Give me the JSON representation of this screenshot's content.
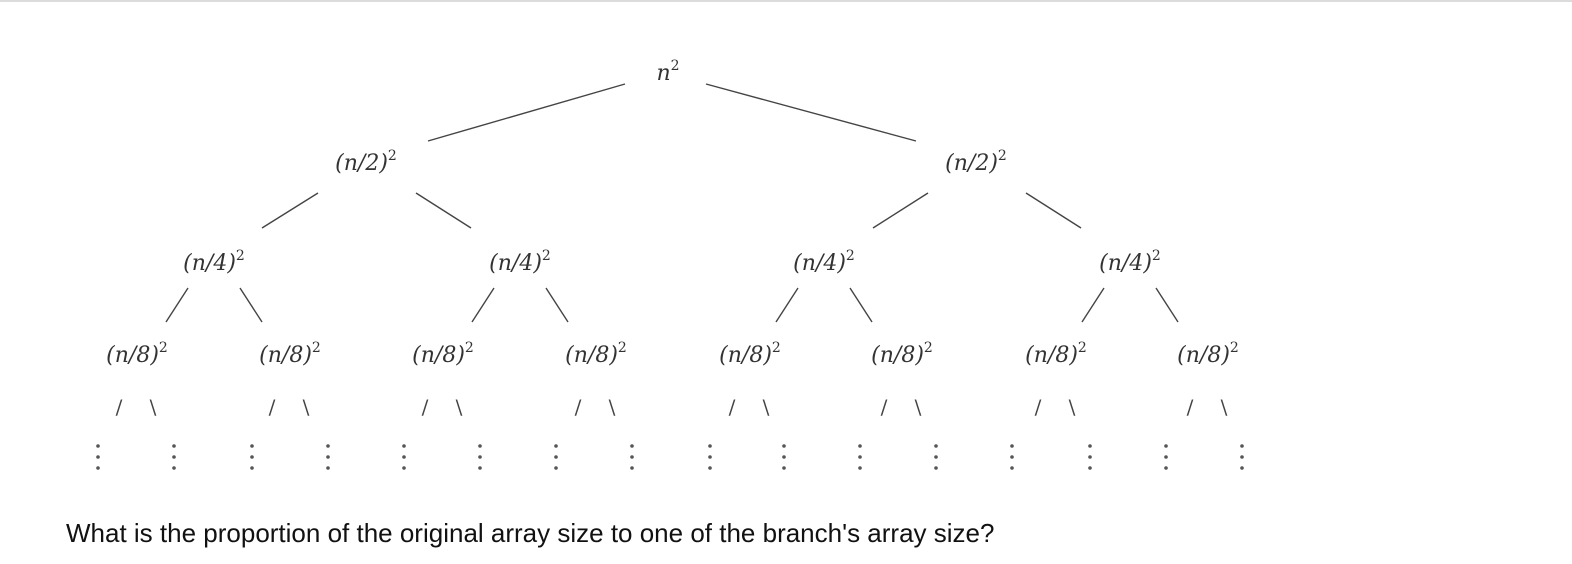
{
  "tree": {
    "root": {
      "base": "n",
      "exp": "2"
    },
    "level1": [
      {
        "base": "(n/2)",
        "exp": "2"
      },
      {
        "base": "(n/2)",
        "exp": "2"
      }
    ],
    "level2": [
      {
        "base": "(n/4)",
        "exp": "2"
      },
      {
        "base": "(n/4)",
        "exp": "2"
      },
      {
        "base": "(n/4)",
        "exp": "2"
      },
      {
        "base": "(n/4)",
        "exp": "2"
      }
    ],
    "level3": [
      {
        "base": "(n/8)",
        "exp": "2"
      },
      {
        "base": "(n/8)",
        "exp": "2"
      },
      {
        "base": "(n/8)",
        "exp": "2"
      },
      {
        "base": "(n/8)",
        "exp": "2"
      },
      {
        "base": "(n/8)",
        "exp": "2"
      },
      {
        "base": "(n/8)",
        "exp": "2"
      },
      {
        "base": "(n/8)",
        "exp": "2"
      },
      {
        "base": "(n/8)",
        "exp": "2"
      }
    ],
    "branch_marks": {
      "left": "/",
      "right": "\\"
    }
  },
  "question": "What is the proportion of the original array size to one of the branch's array size?"
}
